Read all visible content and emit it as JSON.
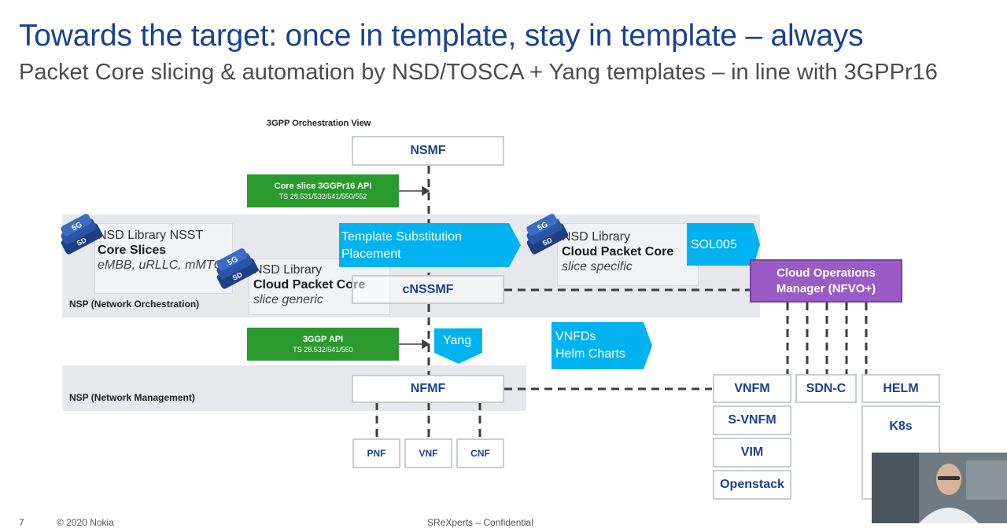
{
  "slide": {
    "title": "Towards the target: once in template, stay in template – always",
    "subtitle": "Packet Core slicing & automation by NSD/TOSCA + Yang templates – in line with 3GPPr16"
  },
  "diagram": {
    "view_label": "3GPP Orchestration View",
    "nsmf": "NSMF",
    "core_slice_api": {
      "title": "Core slice 3GGPr16 API",
      "ts": "TS 28.531/532/541/550/552"
    },
    "nsp_orch_label": "NSP (Network Orchestration)",
    "lib_nsst": {
      "line1": "NSD Library NSST",
      "line2": "Core Slices",
      "line3": "eMBB, uRLLC, mMTC"
    },
    "lib_generic": {
      "line1": "NSD Library",
      "line2": "Cloud Packet Core",
      "line3": "slice generic"
    },
    "template_sub": {
      "line1": "Template Substitution",
      "line2": "Placement"
    },
    "lib_specific": {
      "line1": "NSD Library",
      "line2": "Cloud Packet Core",
      "line3": "slice specific"
    },
    "sol005": "SOL005",
    "cnssmf": "cNSSMF",
    "com": {
      "line1": "Cloud Operations",
      "line2": "Manager (NFVO+)"
    },
    "gpp_api": {
      "title": "3GGP API",
      "ts": "TS 28.532/541/550"
    },
    "yang": "Yang",
    "vnfds": {
      "line1": "VNFDs",
      "line2": "Helm Charts"
    },
    "nsp_mgmt_label": "NSP (Network Management)",
    "nfmf": "NFMF",
    "pnf": "PNF",
    "vnf": "VNF",
    "cnf": "CNF",
    "vnfm": "VNFM",
    "sdnc": "SDN-C",
    "helm": "HELM",
    "svnfm": "S-VNFM",
    "k8s": "K8s",
    "vim": "VIM",
    "openstack": "Openstack",
    "chip_text": "5G",
    "chip_text2": "SD"
  },
  "footer": {
    "page": "7",
    "copyright": "© 2020 Nokia",
    "confidential": "SReXperts – Confidential"
  },
  "colors": {
    "title_blue": "#1a4290",
    "green": "#2a9a2e",
    "cyan": "#00b3f0",
    "purple": "#9a5cc4",
    "band": "#e6e8eb"
  }
}
